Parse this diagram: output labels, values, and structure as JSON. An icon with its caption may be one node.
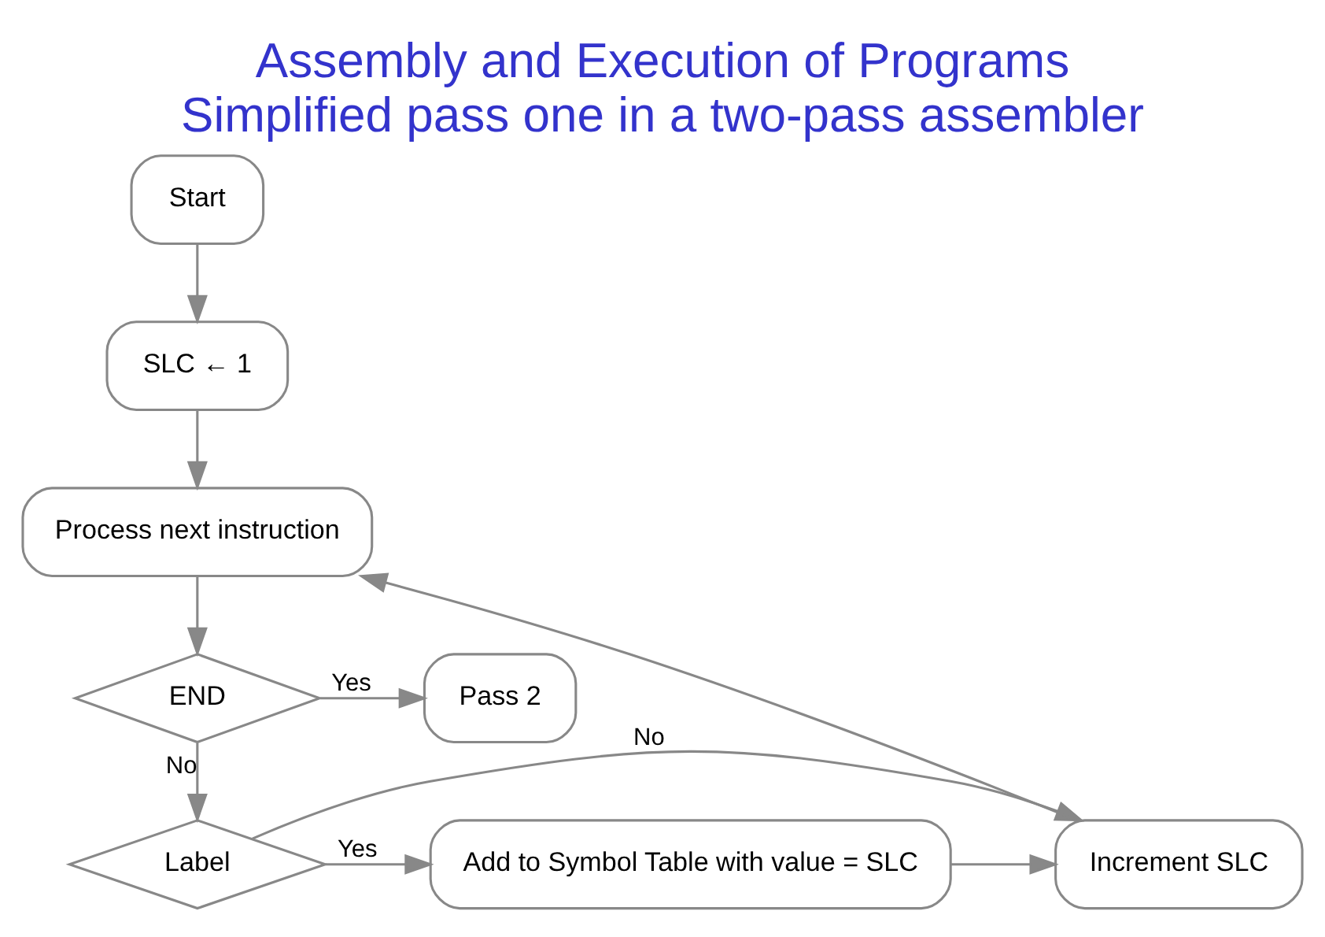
{
  "diagram": {
    "title": "Assembly and Execution of Programs",
    "caption": "Simplified pass one in a two-pass assembler",
    "nodes": [
      {
        "text": [
          "Start"
        ]
      },
      {
        "text": [
          "SLC ← 1"
        ]
      },
      {
        "text": [
          "Process next instruction"
        ]
      },
      {
        "text": [
          "END"
        ]
      },
      {
        "text": [
          "Pass 2"
        ]
      },
      {
        "text": [
          "Label"
        ]
      },
      {
        "text": [
          "Add to Symbol Table with value = SLC"
        ]
      },
      {
        "text": [
          "Increment SLC"
        ]
      }
    ],
    "edges": [
      {
        "from": 0,
        "to": 1,
        "arrow": "to"
      },
      {
        "from": 1,
        "to": 2,
        "arrow": "to"
      },
      {
        "from": 2,
        "to": 3,
        "arrow": "to"
      },
      {
        "from": 3,
        "to": 4,
        "arrow": "to",
        "label": "Yes"
      },
      {
        "from": 3,
        "to": 5,
        "arrow": "to",
        "label": "No"
      },
      {
        "from": 5,
        "to": 6,
        "arrow": "to",
        "label": "Yes"
      },
      {
        "from": 5,
        "to": 7,
        "arrow": "to",
        "label": "No"
      },
      {
        "from": 6,
        "to": 7,
        "arrow": "to"
      },
      {
        "from": 7,
        "to": 2,
        "arrow": "to"
      }
    ]
  }
}
